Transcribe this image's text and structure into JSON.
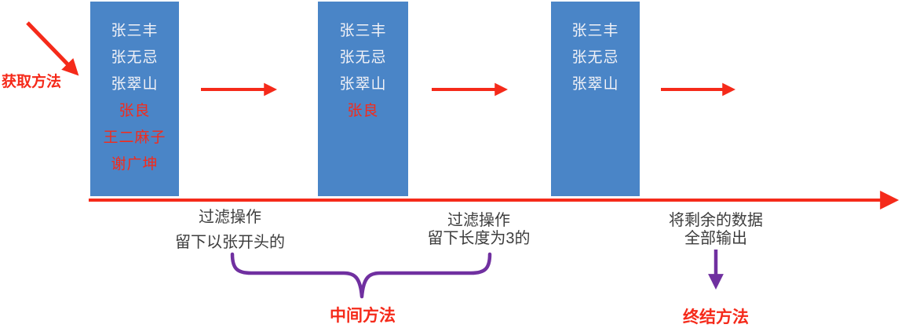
{
  "colors": {
    "red": "#f52a1a",
    "blue": "#4a85c7",
    "purple": "#7030a0",
    "gray": "#3d3d3d",
    "white_text": "#f2f2f7"
  },
  "source": {
    "label": "获取方法"
  },
  "pipeline": {
    "stages": [
      {
        "items": [
          {
            "text": "张三丰",
            "color": "#f2f2f7"
          },
          {
            "text": "张无忌",
            "color": "#f2f2f7"
          },
          {
            "text": "张翠山",
            "color": "#f2f2f7"
          },
          {
            "text": "张良",
            "color": "#f52a1a"
          },
          {
            "text": "王二麻子",
            "color": "#f52a1a"
          },
          {
            "text": "谢广坤",
            "color": "#f52a1a"
          }
        ]
      },
      {
        "items": [
          {
            "text": "张三丰",
            "color": "#f2f2f7"
          },
          {
            "text": "张无忌",
            "color": "#f2f2f7"
          },
          {
            "text": "张翠山",
            "color": "#f2f2f7"
          },
          {
            "text": "张良",
            "color": "#f52a1a"
          }
        ]
      },
      {
        "items": [
          {
            "text": "张三丰",
            "color": "#f2f2f7"
          },
          {
            "text": "张无忌",
            "color": "#f2f2f7"
          },
          {
            "text": "张翠山",
            "color": "#f2f2f7"
          }
        ]
      }
    ]
  },
  "operations": [
    {
      "line1": "过滤操作",
      "line2": "留下以张开头的"
    },
    {
      "line1": "过滤操作",
      "line2": "留下长度为3的"
    },
    {
      "line1": "将剩余的数据",
      "line2": "全部输出"
    }
  ],
  "categories": {
    "intermediate": "中间方法",
    "terminal": "终结方法"
  }
}
